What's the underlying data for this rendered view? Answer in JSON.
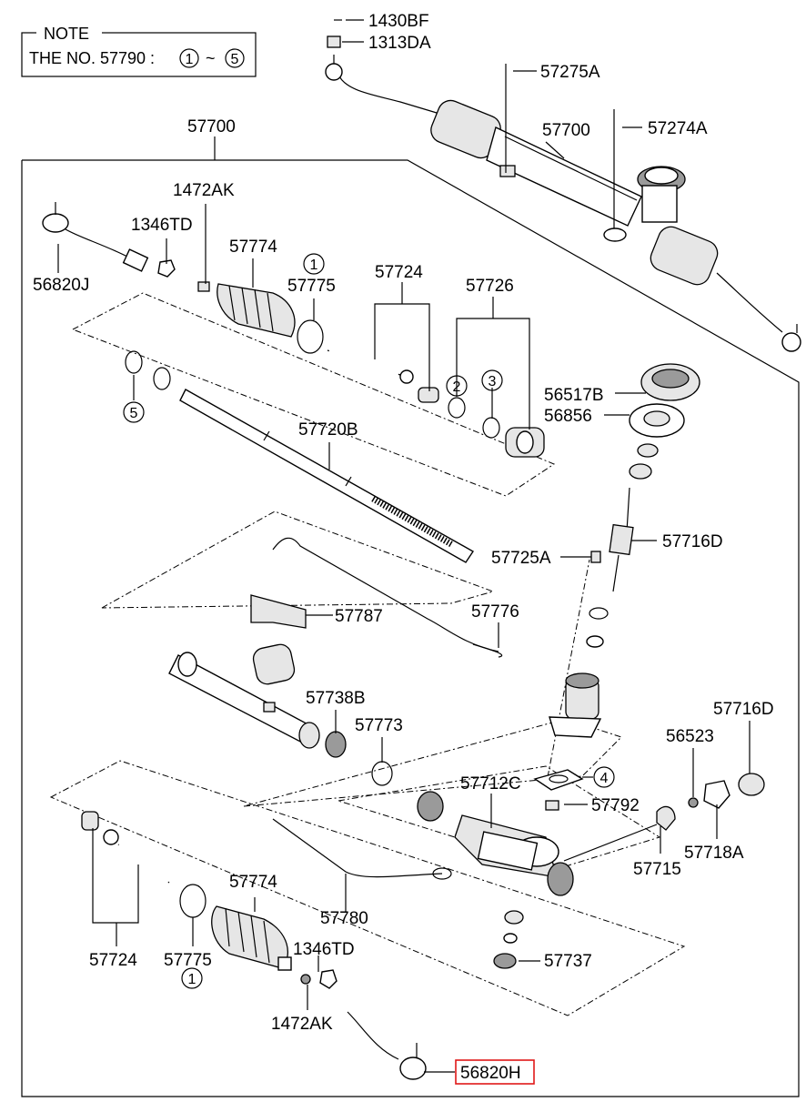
{
  "note": {
    "title": "NOTE",
    "text": "THE NO. 57790 :",
    "range_from": "1",
    "range_sep": "~",
    "range_to": "5"
  },
  "labels": {
    "p1430BF": "1430BF",
    "p1313DA": "1313DA",
    "p57275A": "57275A",
    "p57700_top": "57700",
    "p57274A": "57274A",
    "p57700_box": "57700",
    "p1472AK_top": "1472AK",
    "p1346TD_top": "1346TD",
    "p57774_top": "57774",
    "p56820J": "56820J",
    "p57775_top": "57775",
    "c1_top": "1",
    "p57724_top": "57724",
    "p57726": "57726",
    "c2": "2",
    "c3": "3",
    "c5": "5",
    "p56517B": "56517B",
    "p56856": "56856",
    "p57720B": "57720B",
    "p57716D_top": "57716D",
    "p57725A": "57725A",
    "p57776": "57776",
    "p57787": "57787",
    "p57738B": "57738B",
    "p57773": "57773",
    "p57716D_right": "57716D",
    "p56523": "56523",
    "c4": "4",
    "p57712C": "57712C",
    "p57792": "57792",
    "p57715": "57715",
    "p57718A": "57718A",
    "p57774_bottom": "57774",
    "p57780": "57780",
    "p57724_bottom": "57724",
    "p57775_bottom": "57775",
    "c1_bottom": "1",
    "p1346TD_bottom": "1346TD",
    "p57737": "57737",
    "p1472AK_bottom": "1472AK",
    "p56820H": "56820H"
  },
  "highlight_color": "#e01818"
}
